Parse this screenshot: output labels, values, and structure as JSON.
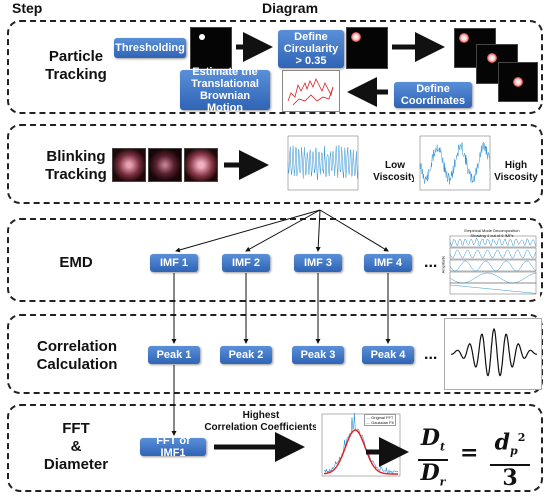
{
  "headers": {
    "step": "Step",
    "diagram": "Diagram"
  },
  "sections": {
    "particle_tracking": {
      "label_line1": "Particle",
      "label_line2": "Tracking",
      "thresholding": "Thresholding",
      "define_circ_line1": "Define",
      "define_circ_line2": "Circularity",
      "define_circ_line3": "> 0.35",
      "estimate_line1": "Estimate the",
      "estimate_line2": "Translational",
      "estimate_line3": "Brownian Motion",
      "coords_line1": "Define",
      "coords_line2": "Coordinates"
    },
    "blinking_tracking": {
      "label_line1": "Blinking",
      "label_line2": "Tracking",
      "low_line1": "Low",
      "low_line2": "Viscosity",
      "high_line1": "High",
      "high_line2": "Viscosity"
    },
    "emd": {
      "label": "EMD",
      "imfs": [
        "IMF 1",
        "IMF 2",
        "IMF 3",
        "IMF 4"
      ],
      "ellipsis": "...",
      "plot_title_line1": "Empirical Mode Decomposition",
      "plot_title_line2": "Showing 4 out of 6 IMFs",
      "plot_ylabel": "Amplitude"
    },
    "correlation": {
      "label_line1": "Correlation",
      "label_line2": "Calculation",
      "peaks": [
        "Peak 1",
        "Peak 2",
        "Peak 3",
        "Peak 4"
      ],
      "ellipsis": "..."
    },
    "fft": {
      "label_line1": "FFT",
      "label_line2": "&",
      "label_line3": "Diameter",
      "fft_button": "FFT of IMF1",
      "highest_line1": "Highest",
      "highest_line2": "Correlation Coefficients",
      "legend_original": "Original FFT",
      "legend_gaussian": "Gaussian Fit",
      "formula_left_num": "D",
      "formula_left_num_sub": "t",
      "formula_left_den": "D",
      "formula_left_den_sub": "r",
      "formula_equals": "=",
      "formula_right_num": "d",
      "formula_right_num_sub": "p",
      "formula_right_num_sup": "2",
      "formula_right_den": "3"
    }
  },
  "colors": {
    "button": "#3a6fc4",
    "signal": "#2a8fd0",
    "fit": "#e02020",
    "arrow": "#111111"
  }
}
